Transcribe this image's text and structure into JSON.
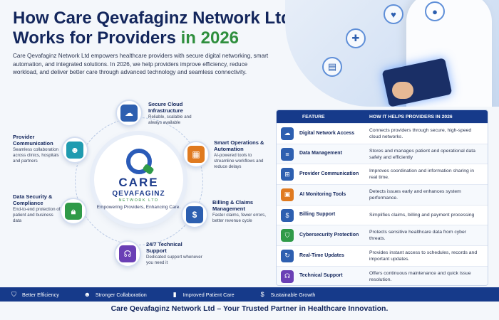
{
  "header": {
    "title_line1": "How Care Qevafaginz Network Ltd",
    "title_line2_main": "Works for Providers",
    "title_line2_accent": "in 2026",
    "intro": "Care Qevafaginz Network Ltd empowers healthcare providers with secure digital networking, smart automation, and integrated solutions. In 2026, we help providers improve efficiency, reduce workload, and deliver better care through advanced technology and seamless connectivity."
  },
  "hub": {
    "brand_line1": "CARE",
    "brand_line2": "QEVAFAGINZ",
    "brand_line3": "NETWORK LTD",
    "tagline": "Empowering Providers, Enhancing Care."
  },
  "nodes": [
    {
      "title": "Secure Cloud Infrastructure",
      "desc": "Reliable, scalable and always available",
      "icon": "cloud-icon",
      "color": "#2d5fb0"
    },
    {
      "title": "Smart Operations & Automation",
      "desc": "AI-powered tools to streamline workflows and reduce delays",
      "icon": "laptop-chart-icon",
      "color": "#e07a1f"
    },
    {
      "title": "Billing & Claims Management",
      "desc": "Faster claims, fewer errors, better revenue cycle",
      "icon": "invoice-icon",
      "color": "#2d5fb0"
    },
    {
      "title": "24/7 Technical Support",
      "desc": "Dedicated support whenever you need it",
      "icon": "headset-icon",
      "color": "#6a3fb5"
    },
    {
      "title": "Data Security & Compliance",
      "desc": "End-to-end protection of patient and business data",
      "icon": "shield-lock-icon",
      "color": "#2f9a48"
    },
    {
      "title": "Provider Communication",
      "desc": "Seamless collaboration across clinics, hospitals and partners",
      "icon": "people-icon",
      "color": "#1f9bb0"
    }
  ],
  "table": {
    "col_feature": "FEATURE",
    "col_how": "HOW IT HELPS PROVIDERS IN 2026",
    "rows": [
      {
        "feature": "Digital Network Access",
        "desc": "Connects providers through secure, high-speed cloud networks.",
        "icon": "cloud-icon"
      },
      {
        "feature": "Data Management",
        "desc": "Stores and manages patient and operational data safely and efficiently",
        "icon": "database-icon"
      },
      {
        "feature": "Provider Communication",
        "desc": "Improves coordination and information sharing in real time.",
        "icon": "network-icon"
      },
      {
        "feature": "AI Monitoring Tools",
        "desc": "Detects issues early and enhances system performance.",
        "icon": "chip-icon"
      },
      {
        "feature": "Billing Support",
        "desc": "Simplifies claims, billing and payment processing",
        "icon": "billing-icon"
      },
      {
        "feature": "Cybersecurity Protection",
        "desc": "Protects sensitive healthcare data from cyber threats.",
        "icon": "shield-icon"
      },
      {
        "feature": "Real-Time Updates",
        "desc": "Provides instant access to schedules, records and important updates.",
        "icon": "refresh-icon"
      },
      {
        "feature": "Technical Support",
        "desc": "Offers continuous maintenance and quick issue resolution.",
        "icon": "headset-icon"
      }
    ]
  },
  "benefits": [
    {
      "label": "Better Efficiency",
      "icon": "shield-check-icon"
    },
    {
      "label": "Stronger Collaboration",
      "icon": "group-icon"
    },
    {
      "label": "Improved Patient Care",
      "icon": "bar-chart-icon"
    },
    {
      "label": "Sustainable Growth",
      "icon": "dollar-icon"
    }
  ],
  "footer": "Care Qevafaginz Network Ltd – Your Trusted Partner in Healthcare Innovation."
}
